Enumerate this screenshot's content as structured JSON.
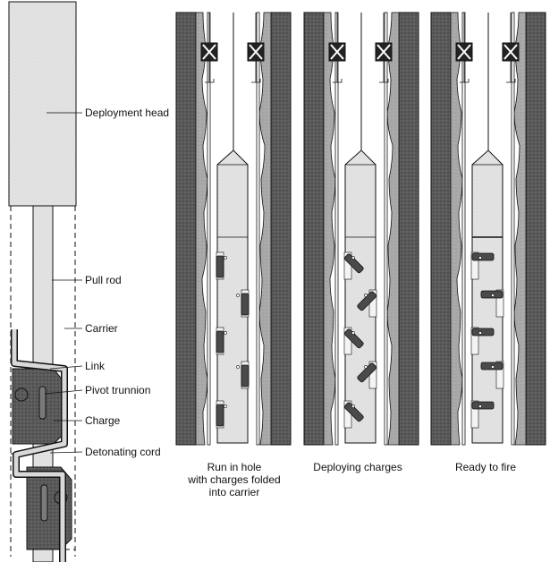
{
  "labels": {
    "deployment_head": "Deployment head",
    "pull_rod": "Pull rod",
    "carrier": "Carrier",
    "link": "Link",
    "pivot_trunnion": "Pivot trunnion",
    "charge": "Charge",
    "detonating_cord": "Detonating cord"
  },
  "captions": {
    "run_in_hole": [
      "Run in hole",
      "with charges folded",
      "into carrier"
    ],
    "deploying": "Deploying charges",
    "ready": "Ready to fire"
  },
  "stages": [
    {
      "name": "run-in-hole",
      "charge_angle_deg": 0
    },
    {
      "name": "deploying-charges",
      "charge_angle_deg": 45
    },
    {
      "name": "ready-to-fire",
      "charge_angle_deg": 90
    }
  ],
  "colors": {
    "formation": "#555555",
    "cement": "#a8a8a8",
    "tool": "#e2e2e2",
    "charge": "#4a4a4a",
    "line": "#111111"
  }
}
